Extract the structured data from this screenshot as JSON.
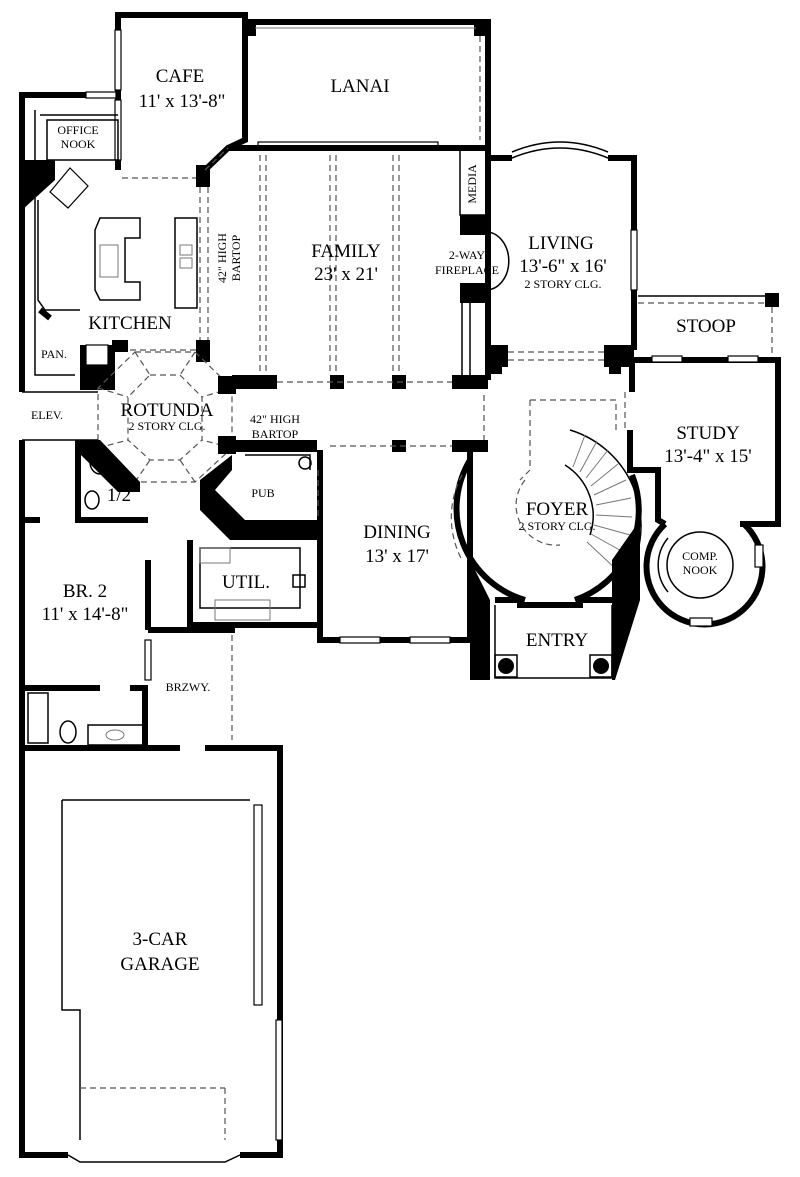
{
  "rooms": {
    "cafe": {
      "name": "CAFE",
      "size": "11' x 13'-8\""
    },
    "lanai": {
      "name": "LANAI"
    },
    "office_nook": {
      "line1": "OFFICE",
      "line2": "NOOK"
    },
    "kitchen": {
      "name": "KITCHEN"
    },
    "pantry": {
      "name": "PAN."
    },
    "kitchen_bartop": {
      "line1": "42\" HIGH",
      "line2": "BARTOP"
    },
    "family": {
      "name": "FAMILY",
      "size": "23' x 21'"
    },
    "media": {
      "name": "MEDIA"
    },
    "fireplace": {
      "line1": "2-WAY",
      "line2": "FIREPLACE"
    },
    "living": {
      "name": "LIVING",
      "size": "13'-6\" x 16'",
      "note": "2 STORY CLG."
    },
    "stoop": {
      "name": "STOOP"
    },
    "study": {
      "name": "STUDY",
      "size": "13'-4\" x 15'"
    },
    "comp_nook": {
      "line1": "COMP.",
      "line2": "NOOK"
    },
    "foyer": {
      "name": "FOYER",
      "note": "2 STORY CLG."
    },
    "entry": {
      "name": "ENTRY"
    },
    "dining": {
      "name": "DINING",
      "size": "13' x 17'"
    },
    "rotunda": {
      "name": "ROTUNDA",
      "note": "2 STORY CLG."
    },
    "hall_bartop": {
      "line1": "42\" HIGH",
      "line2": "BARTOP"
    },
    "elevator": {
      "name": "ELEV."
    },
    "half_bath": {
      "name": "1/2"
    },
    "pub": {
      "name": "PUB"
    },
    "utility": {
      "name": "UTIL."
    },
    "bedroom2": {
      "name": "BR. 2",
      "size": "11' x 14'-8\""
    },
    "breezeway": {
      "name": "BRZWY."
    },
    "garage": {
      "line1": "3-CAR",
      "line2": "GARAGE"
    }
  }
}
